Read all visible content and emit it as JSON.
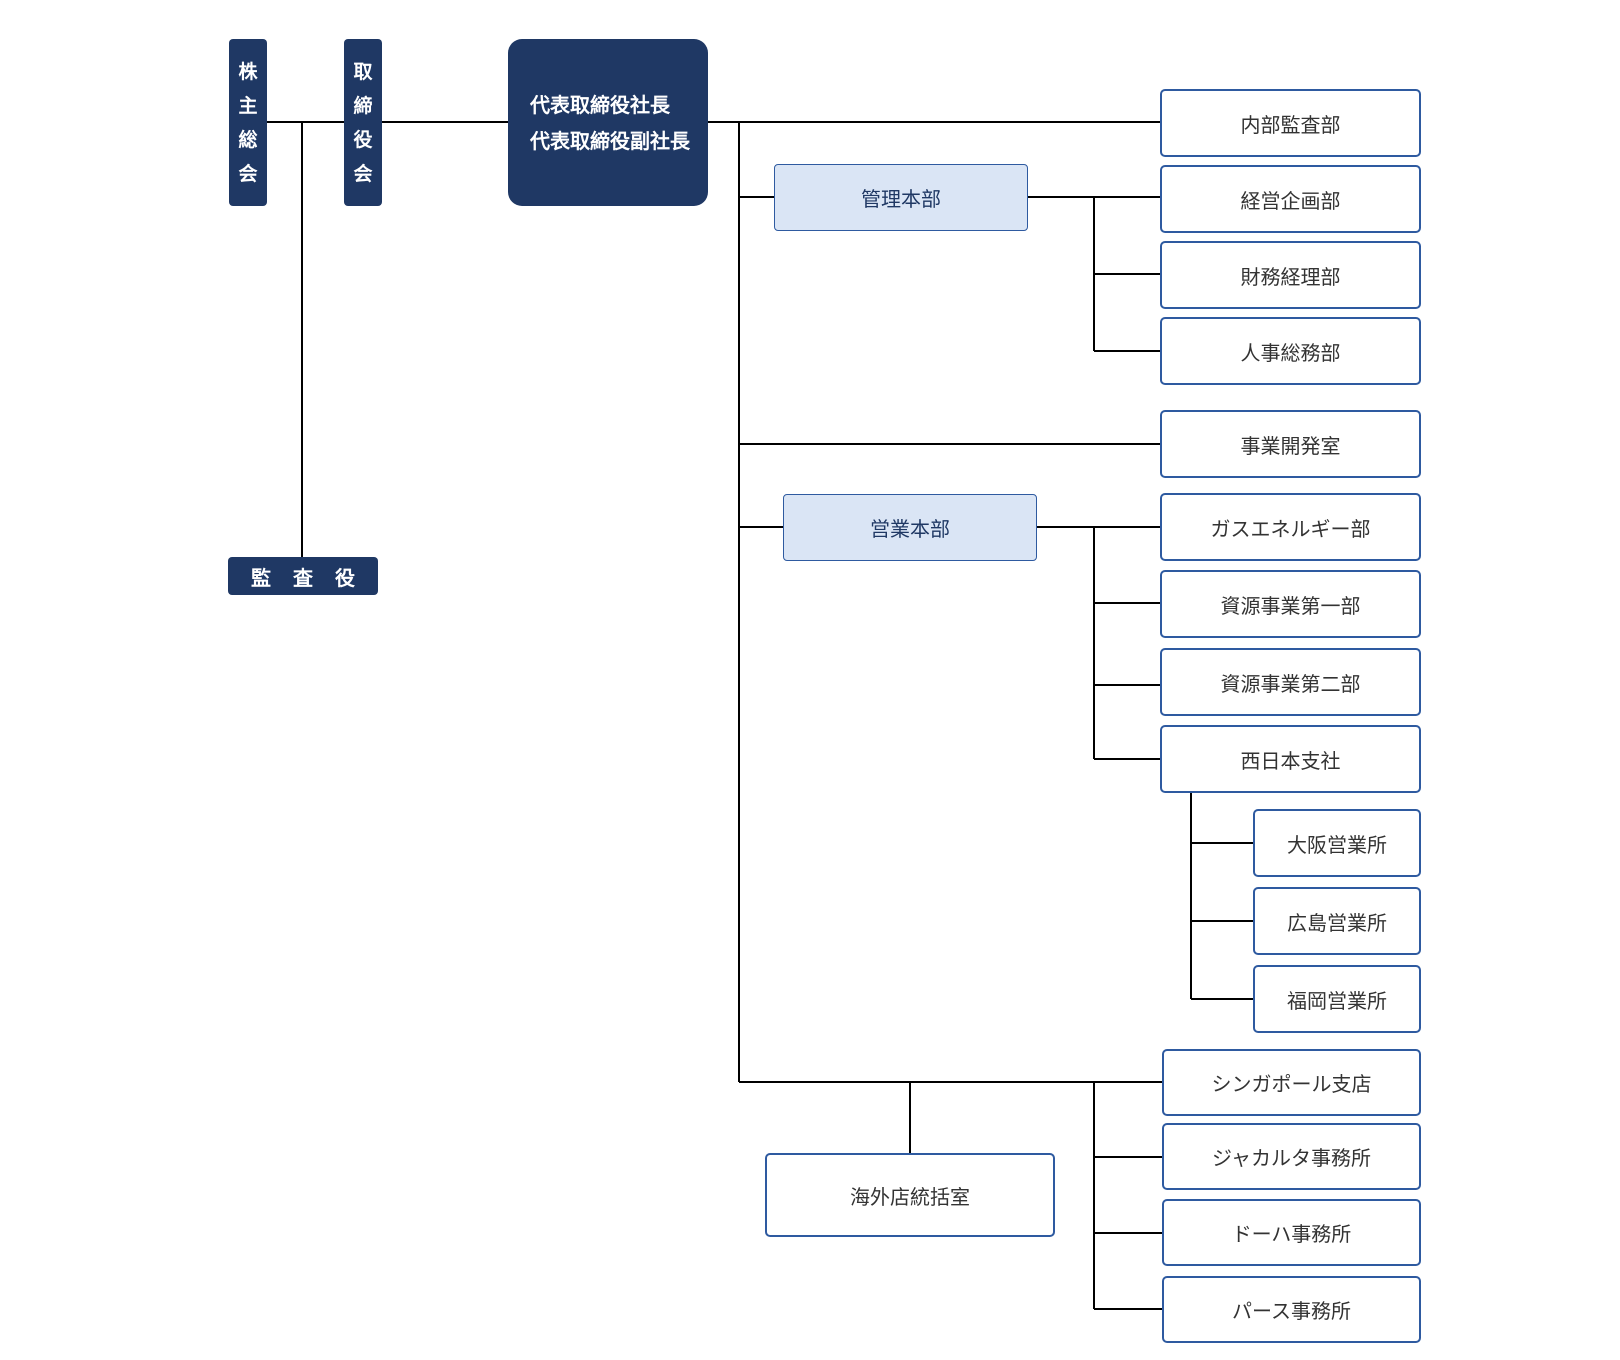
{
  "left": {
    "shareholders": [
      "株",
      "主",
      "総",
      "会"
    ],
    "board": [
      "取",
      "締",
      "役",
      "会"
    ],
    "auditor": "監査役"
  },
  "executive": {
    "line1": "代表取締役社長",
    "line2": "代表取締役副社長"
  },
  "departments": {
    "internal_audit": "内部監査部",
    "admin_hq": "管理本部",
    "corporate_planning": "経営企画部",
    "finance": "財務経理部",
    "hr_general": "人事総務部",
    "business_dev": "事業開発室",
    "sales_hq": "営業本部",
    "gas_energy": "ガスエネルギー部",
    "resources_1": "資源事業第一部",
    "resources_2": "資源事業第二部",
    "west_japan": "西日本支社",
    "osaka": "大阪営業所",
    "hiroshima": "広島営業所",
    "fukuoka": "福岡営業所",
    "overseas_office": "海外店統括室",
    "singapore": "シンガポール支店",
    "jakarta": "ジャカルタ事務所",
    "doha": "ドーハ事務所",
    "perth": "パース事務所"
  },
  "colors": {
    "navy": "#1f3864",
    "border": "#2e5aa0",
    "hq_fill": "#dae5f5",
    "line": "#000000"
  }
}
